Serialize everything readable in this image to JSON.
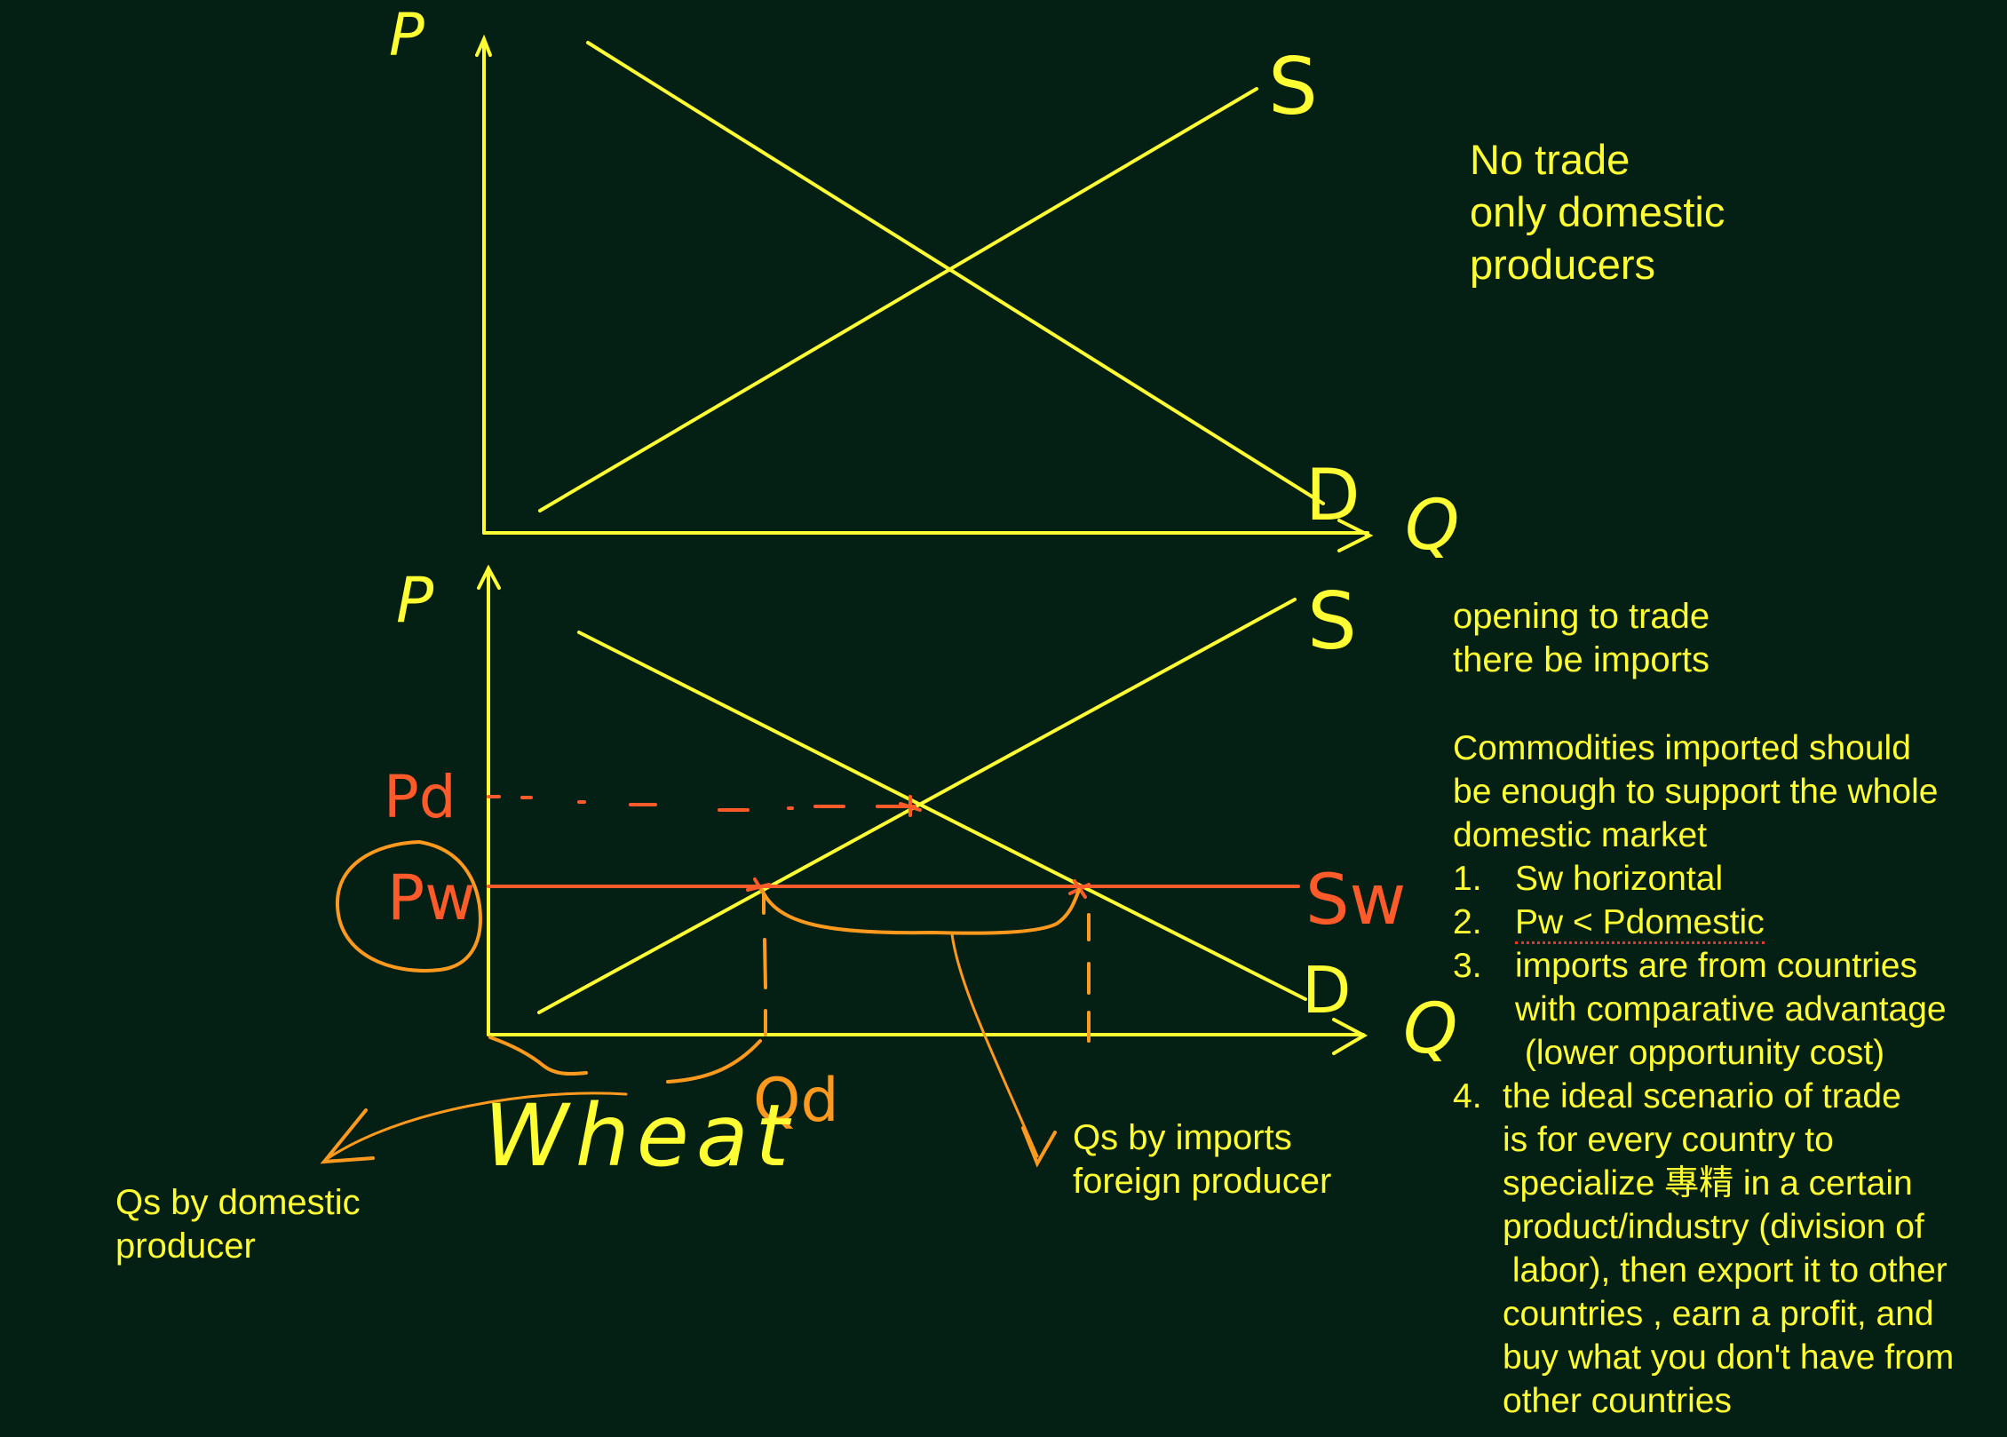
{
  "graph_top": {
    "axis_p": "P",
    "axis_q": "Q",
    "curve_s": "S",
    "curve_d": "D"
  },
  "graph_bottom": {
    "axis_p": "P",
    "axis_q": "Q",
    "curve_s": "S",
    "curve_d": "D",
    "label_pd": "Pd",
    "label_pw": "Pw",
    "label_sw": "Sw",
    "label_qd": "Qd",
    "label_wheat": "Wheat"
  },
  "notes": {
    "no_trade": [
      "No trade",
      "only domestic",
      "producers"
    ],
    "opening": [
      "opening to trade",
      "there be imports"
    ],
    "intro": [
      "Commodities imported  should",
      "be enough to support the whole",
      "domestic market"
    ],
    "items": [
      {
        "num": "1.",
        "lines": [
          "Sw horizontal"
        ]
      },
      {
        "num": "2.",
        "lines": [
          "Pw  <  Pdomestic"
        ]
      },
      {
        "num": "3.",
        "lines": [
          "imports are from countries",
          "with comparative advantage",
          " (lower opportunity cost)"
        ]
      },
      {
        "num": "4.",
        "lines": [
          "the ideal scenario of trade",
          "is for every country to",
          "specialize 專精 in a certain",
          "product/industry (division of",
          " labor), then export it to other",
          "countries , earn a profit, and",
          "buy what you don't have from",
          "other countries"
        ]
      }
    ]
  },
  "captions": {
    "domestic": [
      "Qs by domestic",
      "producer"
    ],
    "imports": [
      "Qs by imports",
      "foreign producer"
    ]
  },
  "colors": {
    "background": "#041f14",
    "ink_yellow": "#ffff33",
    "ink_orange": "#ff9a1f",
    "ink_red": "#ff5a2a"
  }
}
